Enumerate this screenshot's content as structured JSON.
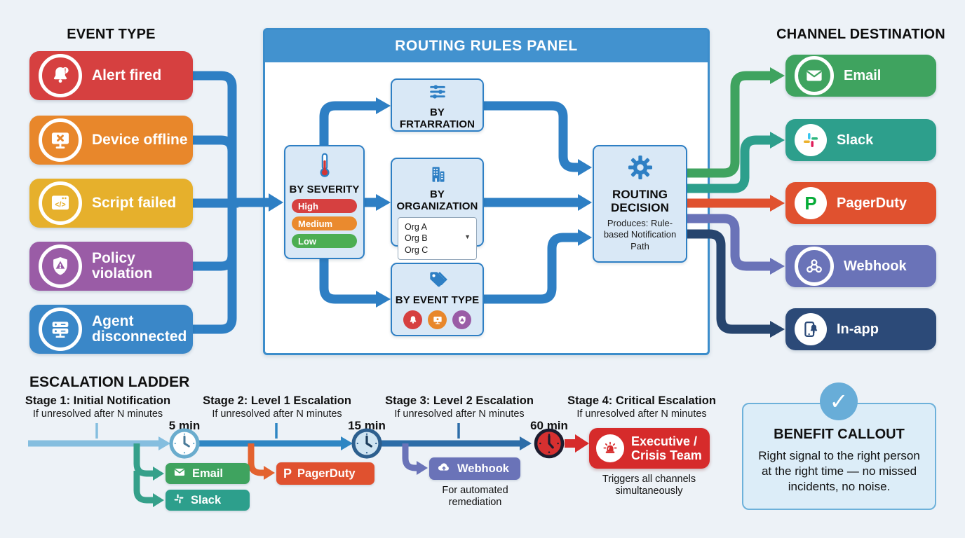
{
  "headings": {
    "event_type": "EVENT TYPE",
    "channel_destination": "CHANNEL DESTINATION",
    "escalation": "ESCALATION LADDER"
  },
  "event_types": [
    {
      "label": "Alert fired",
      "color": "#d64040",
      "icon": "alert-bell-icon"
    },
    {
      "label": "Device offline",
      "color": "#e8872b",
      "icon": "monitor-x-icon"
    },
    {
      "label": "Script failed",
      "color": "#e6b02c",
      "icon": "code-window-icon"
    },
    {
      "label": "Policy violation",
      "color": "#9a5ca6",
      "icon": "shield-alert-icon"
    },
    {
      "label": "Agent disconnected",
      "color": "#3a87c8",
      "icon": "server-icon"
    }
  ],
  "routing_panel": {
    "title": "ROUTING RULES PANEL",
    "filtration": {
      "title": "BY FRTARRATION",
      "icon": "sliders-icon"
    },
    "severity": {
      "title": "BY SEVERITY",
      "icon": "thermometer-icon",
      "levels": [
        {
          "label": "High",
          "color": "#d64040"
        },
        {
          "label": "Medium",
          "color": "#ea8a2e"
        },
        {
          "label": "Low",
          "color": "#4cae52"
        }
      ]
    },
    "organization": {
      "title": "BY ORGANIZATION",
      "icon": "building-icon",
      "options": [
        "Org A",
        "Org B",
        "Org C"
      ]
    },
    "event_type": {
      "title": "BY EVENT TYPE",
      "icon": "tag-icon"
    },
    "decision": {
      "title": "ROUTING DECISION",
      "subtitle": "Produces: Rule-based Notification Path",
      "icon": "gear-icon"
    }
  },
  "channels": [
    {
      "label": "Email",
      "color": "#3fa35f",
      "icon": "envelope-icon"
    },
    {
      "label": "Slack",
      "color": "#2d9f8c",
      "icon": "slack-icon"
    },
    {
      "label": "PagerDuty",
      "color": "#e0512f",
      "icon": "pagerduty-icon"
    },
    {
      "label": "Webhook",
      "color": "#6a73b8",
      "icon": "webhook-icon"
    },
    {
      "label": "In-app",
      "color": "#2c4a78",
      "icon": "phone-bell-icon"
    }
  ],
  "escalation": {
    "stages": [
      {
        "title": "Stage 1: Initial Notification",
        "subtitle": "If unresolved after N minutes",
        "time": "5 min"
      },
      {
        "title": "Stage 2: Level 1 Escalation",
        "subtitle": "If unresolved after N minutes",
        "time": "15 min"
      },
      {
        "title": "Stage 3: Level 2 Escalation",
        "subtitle": "If unresolved after N minutes",
        "time": "60 min"
      },
      {
        "title": "Stage 4: Critical Escalation",
        "subtitle": "If unresolved after N minutes"
      }
    ],
    "stage1_targets": [
      {
        "label": "Email",
        "color": "#3fa35f"
      },
      {
        "label": "Slack",
        "color": "#2d9f8c"
      }
    ],
    "stage2_target": {
      "label": "PagerDuty",
      "color": "#e0512f"
    },
    "stage3_target": {
      "label": "Webhook",
      "color": "#6a73b8",
      "note": "For automated remediation"
    },
    "stage4_target": {
      "label": "Executive / Crisis Team",
      "color": "#d62b2b",
      "note": "Triggers all channels simultaneously"
    }
  },
  "benefit": {
    "title": "BENEFIT CALLOUT",
    "body": "Right signal to the right person at the right time — no missed incidents, no noise.",
    "icon": "check-icon"
  }
}
